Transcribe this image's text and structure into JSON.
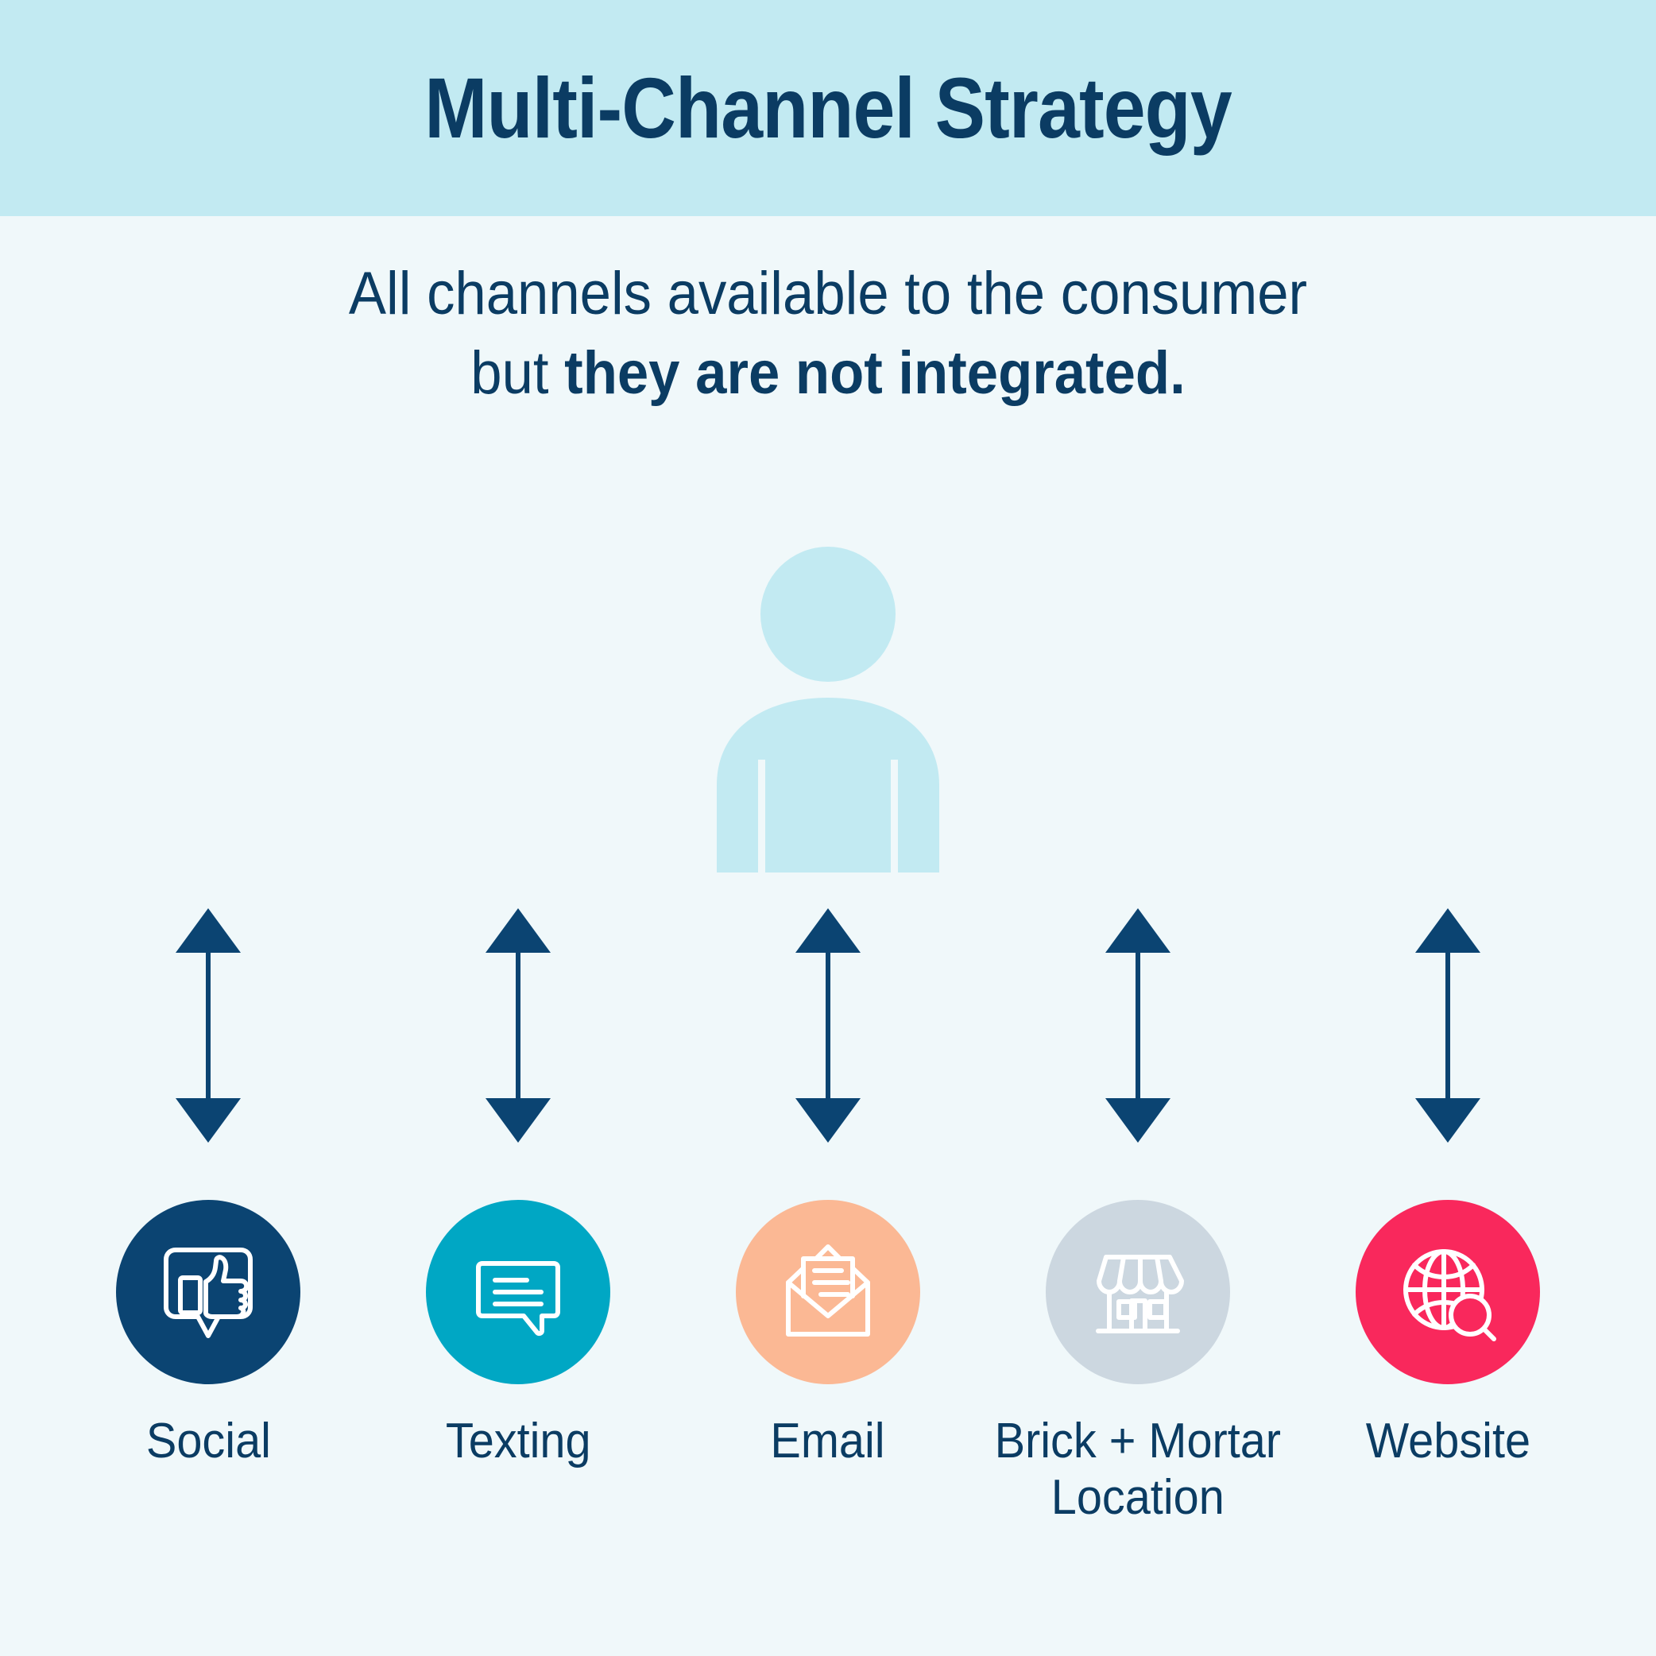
{
  "header": {
    "title": "Multi-Channel Strategy",
    "band_color": "#c2eaf2"
  },
  "page": {
    "background_color": "#f0f8fa",
    "text_color": "#0b3c63"
  },
  "subtitle": {
    "line1": "All channels available to the consumer",
    "line2_prefix": "but ",
    "line2_emphasis": "they are not integrated."
  },
  "consumer": {
    "icon": "person-icon",
    "color": "#c2eaf2"
  },
  "arrow": {
    "icon": "double-headed-vertical-arrow-icon",
    "color": "#0b4472"
  },
  "channels": [
    {
      "label": "Social",
      "icon": "thumbs-up-speech-bubble-icon",
      "circle_color": "#0b4472",
      "icon_color": "#ffffff"
    },
    {
      "label": "Texting",
      "icon": "chat-bubble-lines-icon",
      "circle_color": "#00a7c4",
      "icon_color": "#ffffff"
    },
    {
      "label": "Email",
      "icon": "open-envelope-letter-icon",
      "circle_color": "#fbb894",
      "icon_color": "#ffffff"
    },
    {
      "label": "Brick + Mortar\nLocation",
      "icon": "storefront-icon",
      "circle_color": "#ccd7e0",
      "icon_color": "#ffffff"
    },
    {
      "label": "Website",
      "icon": "globe-magnifier-icon",
      "circle_color": "#f9285c",
      "icon_color": "#ffffff"
    }
  ]
}
